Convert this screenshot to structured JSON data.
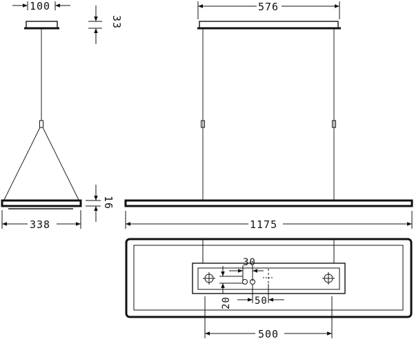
{
  "dimensions": {
    "canopy_width_side": "100",
    "canopy_height": "33",
    "canopy_width_front": "576",
    "body_height": "16",
    "body_width_side": "338",
    "body_length": "1175",
    "offset_30": "30",
    "offset_50": "50",
    "offset_20": "20",
    "mount_spacing": "500"
  },
  "colors": {
    "line": "#111111",
    "background": "#ffffff"
  }
}
